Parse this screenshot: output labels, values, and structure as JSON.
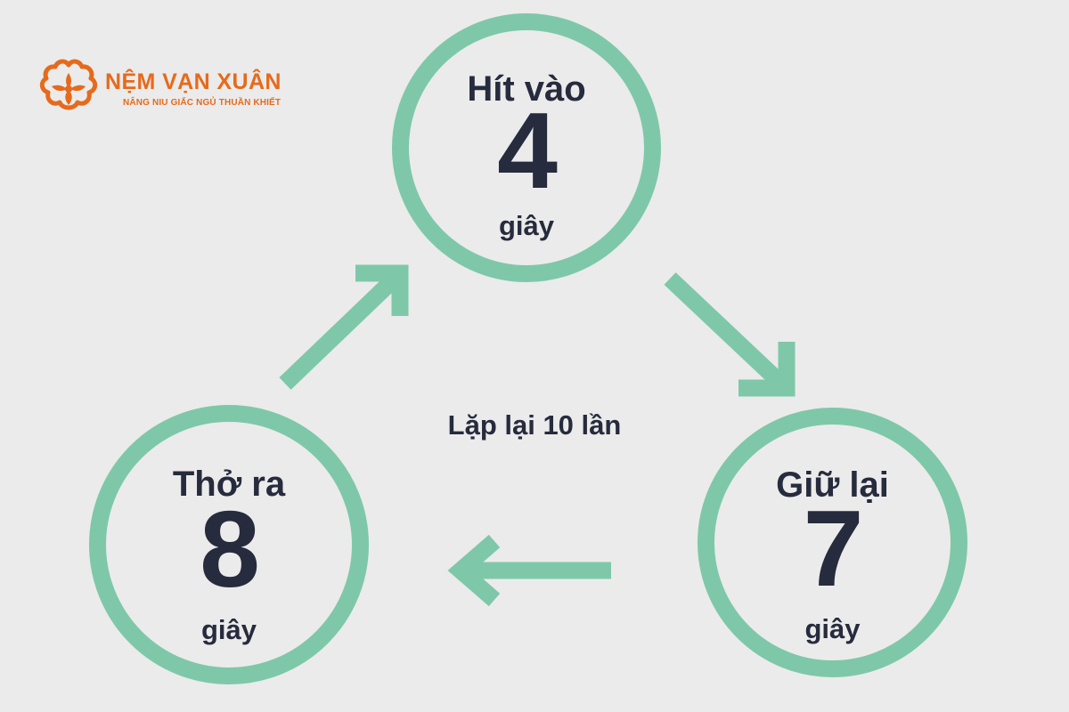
{
  "brand": {
    "name": "NỆM VẠN XUÂN",
    "tagline": "NÂNG NIU GIẤC NGỦ THUẦN KHIẾT",
    "logo_icon": "flower-logo-icon",
    "brand_color": "#e66a1c"
  },
  "diagram": {
    "title": "",
    "center_text": "Lặp lại 10 lần",
    "accent_color": "#7ec8a9",
    "text_color": "#262b3d",
    "steps": [
      {
        "label": "Hít vào",
        "value": "4",
        "unit": "giây"
      },
      {
        "label": "Giữ lại",
        "value": "7",
        "unit": "giây"
      },
      {
        "label": "Thở ra",
        "value": "8",
        "unit": "giây"
      }
    ],
    "arrows": [
      {
        "name": "arrow-inhale-to-hold-icon",
        "direction": "down-right"
      },
      {
        "name": "arrow-hold-to-exhale-icon",
        "direction": "left"
      },
      {
        "name": "arrow-exhale-to-inhale-icon",
        "direction": "up-right"
      }
    ]
  }
}
